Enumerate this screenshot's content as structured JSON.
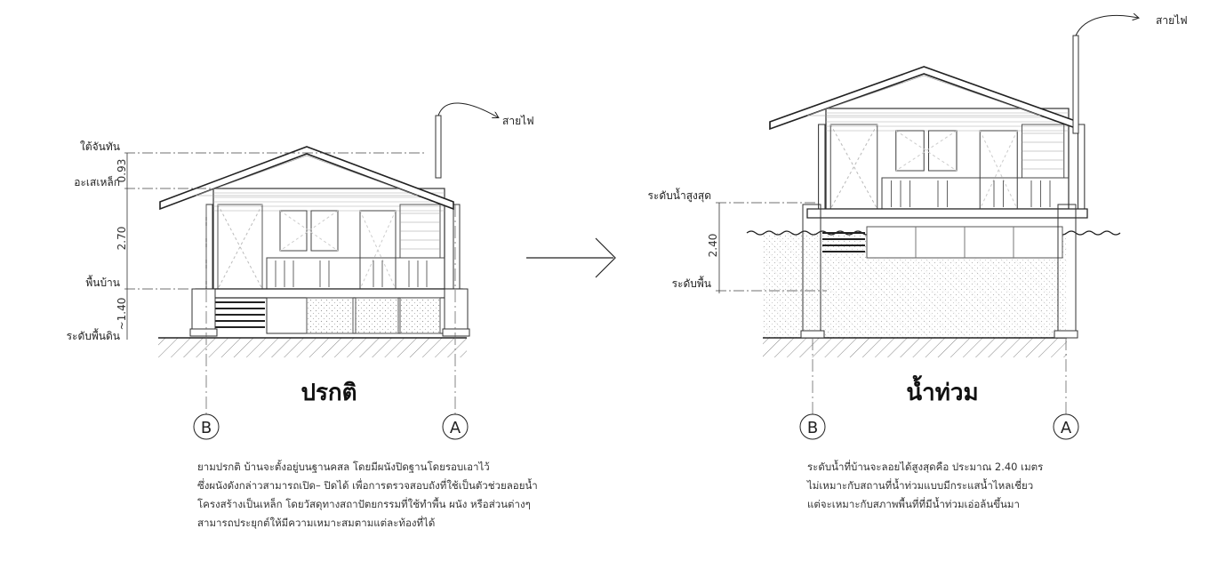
{
  "normal": {
    "title": "ปรกติ",
    "labels": {
      "rafter": "ใต้จันทัน",
      "beam": "อะเสเหล็ก",
      "floor": "พื้นบ้าน",
      "ground": "ระดับพื้นดิน",
      "wire": "สายไฟ"
    },
    "dimensions": {
      "roof": "0.93",
      "wall": "2.70",
      "base": "~1.40"
    },
    "axes": [
      "B",
      "A"
    ],
    "description": [
      "ยามปรกติ บ้านจะตั้งอยู่บนฐานคสล  โดยมีผนังปิดฐานโดยรอบเอาไว้",
      "ซึ่งผนังดังกล่าวสามารถเปิด– ปิดได้ เพื่อการตรวจสอบถังที่ใช้เป็นตัวช่วยลอยน้ำ",
      "โครงสร้างเป็นเหล็ก โดยวัสดุทางสถาปัตยกรรมที่ใช้ทำพื้น ผนัง หรือส่วนต่างๆ",
      "สามารถประยุกต์ให้มีความเหมาะสมตามแต่ละท้องที่ได้"
    ]
  },
  "flood": {
    "title": "น้ำท่วม",
    "labels": {
      "max_water": "ระดับน้ำสูงสุด",
      "floor_level": "ระดับพื้น",
      "wire": "สายไฟ"
    },
    "dimensions": {
      "water": "2.40"
    },
    "axes": [
      "B",
      "A"
    ],
    "description": [
      "ระดับน้ำที่บ้านจะลอยได้สูงสุดคือ ประมาณ 2.40 เมตร",
      "ไม่เหมาะกับสถานที่น้ำท่วมแบบมีกระแสน้ำไหลเชี่ยว",
      "แต่จะเหมาะกับสภาพพื้นที่ที่มีน้ำท่วมเอ่อล้นขึ้นมา"
    ]
  }
}
